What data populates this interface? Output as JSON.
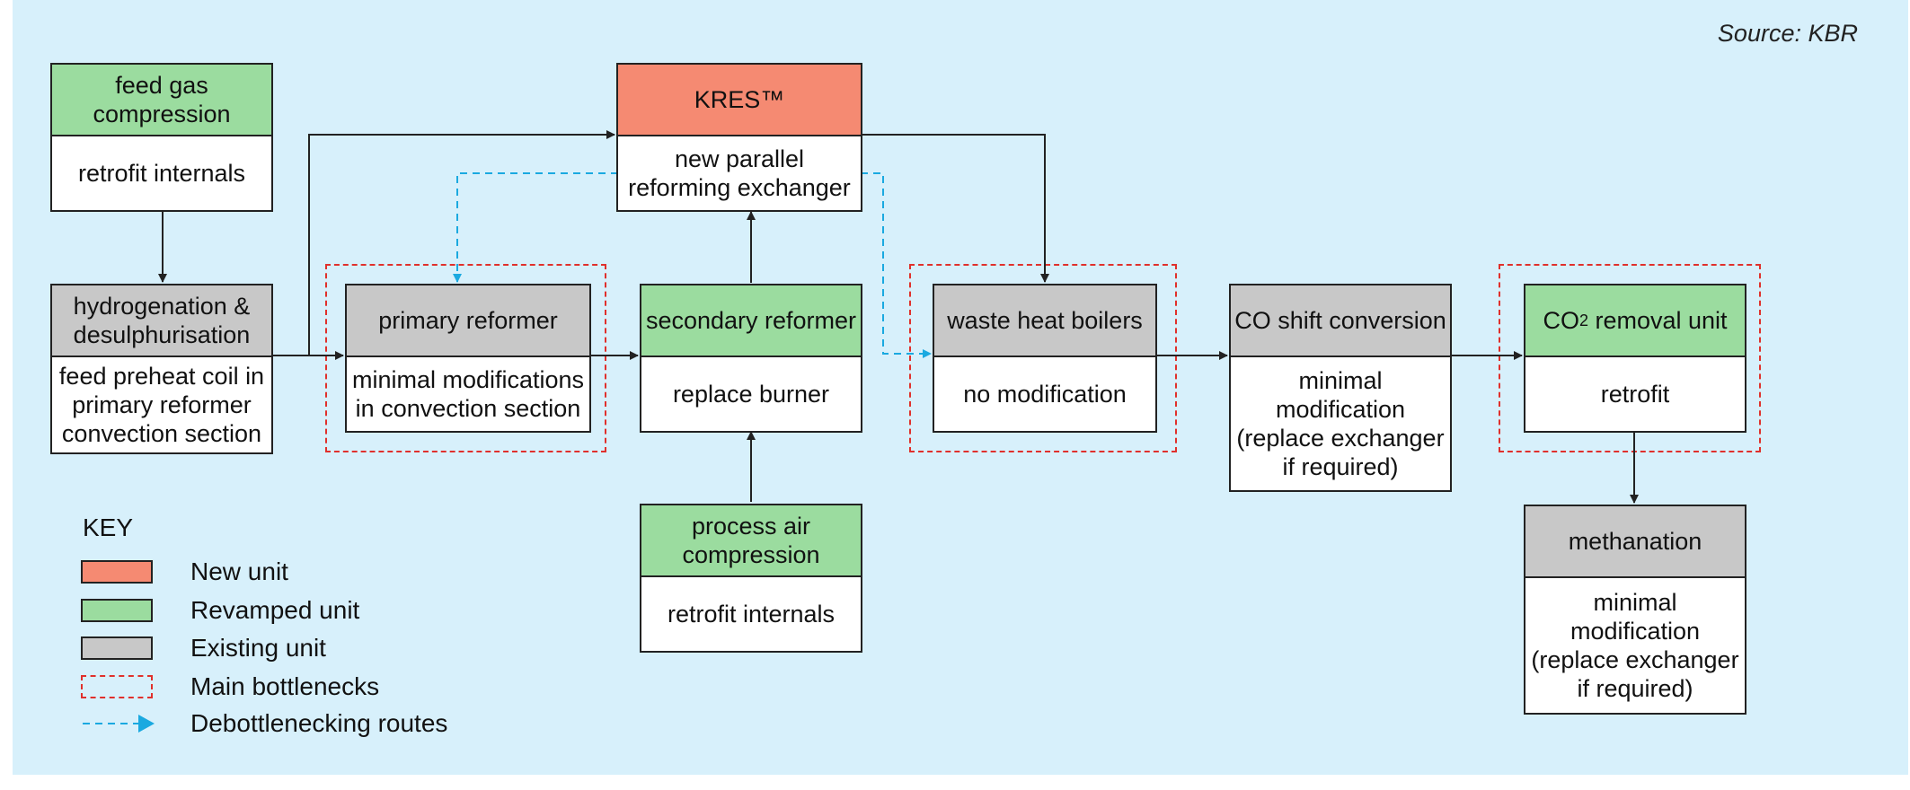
{
  "source": "Source: KBR",
  "units": {
    "feed_gas": {
      "title": "feed gas compression",
      "note": "retrofit internals",
      "status": "revamped"
    },
    "kres": {
      "title": "KRES™",
      "note": "new parallel reforming exchanger",
      "status": "new"
    },
    "hydro": {
      "title": "hydrogenation & desulphurisation",
      "note": "feed preheat coil in primary reformer convection section",
      "status": "existing"
    },
    "primary": {
      "title": "primary reformer",
      "note": "minimal modifications in convection section",
      "status": "existing"
    },
    "secondary": {
      "title": "secondary reformer",
      "note": "replace burner",
      "status": "revamped"
    },
    "waste_heat": {
      "title": "waste heat boilers",
      "note": "no modification",
      "status": "existing"
    },
    "co_shift": {
      "title": "CO shift conversion",
      "note": "minimal modification (replace exchanger if required)",
      "status": "existing"
    },
    "co2": {
      "title_pre": "CO",
      "title_sub": "2",
      "title_post": " removal unit",
      "note": "retrofit",
      "status": "revamped"
    },
    "process_air": {
      "title": "process air compression",
      "note": "retrofit internals",
      "status": "revamped"
    },
    "methanation": {
      "title": "methanation",
      "note": "minimal modification (replace exchanger if required)",
      "status": "existing"
    }
  },
  "key": {
    "title": "KEY",
    "new_unit": "New unit",
    "revamped_unit": "Revamped unit",
    "existing_unit": "Existing unit",
    "main_bottlenecks": "Main bottlenecks",
    "debottlenecking_routes": "Debottlenecking routes"
  },
  "colors": {
    "new": "#f58a72",
    "revamped": "#9bdc9f",
    "existing": "#c8c8c8",
    "bottleneck": "#e0302c",
    "route": "#1aa9e0",
    "background": "#d7f0fb"
  }
}
